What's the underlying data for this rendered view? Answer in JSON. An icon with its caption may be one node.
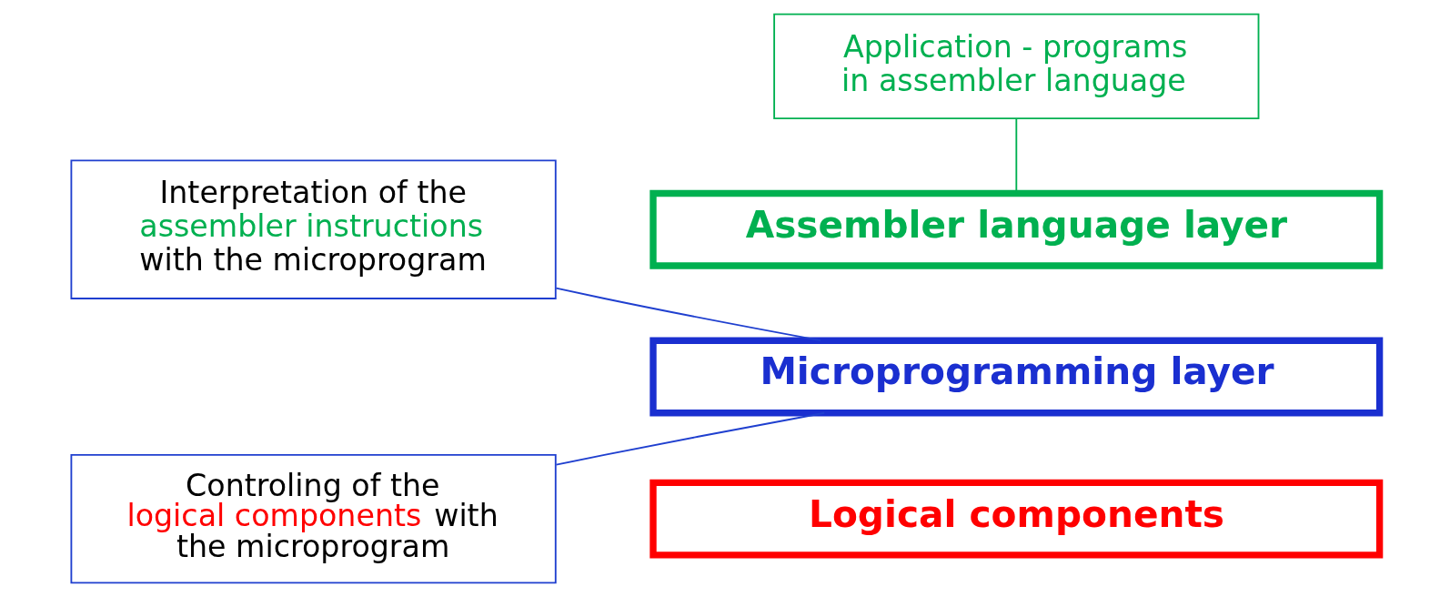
{
  "diagram": {
    "nodes": [
      {
        "text": [
          "Application - programs in assembler language"
        ]
      },
      {
        "text": [
          "Interpretation of the assembler instructions with the microprogram"
        ]
      },
      {
        "text": [
          "Assembler language layer"
        ]
      },
      {
        "text": [
          "Microprogramming layer"
        ]
      },
      {
        "text": [
          "Controling of the logical components with the microprogram"
        ]
      },
      {
        "text": [
          "Logical components"
        ]
      }
    ],
    "edges": [
      {
        "from": 0,
        "to": 2,
        "arrow": "none",
        "color": "#00b050"
      },
      {
        "from": 1,
        "to": 3,
        "arrow": "none"
      },
      {
        "from": 4,
        "to": 3,
        "arrow": "none"
      }
    ]
  }
}
